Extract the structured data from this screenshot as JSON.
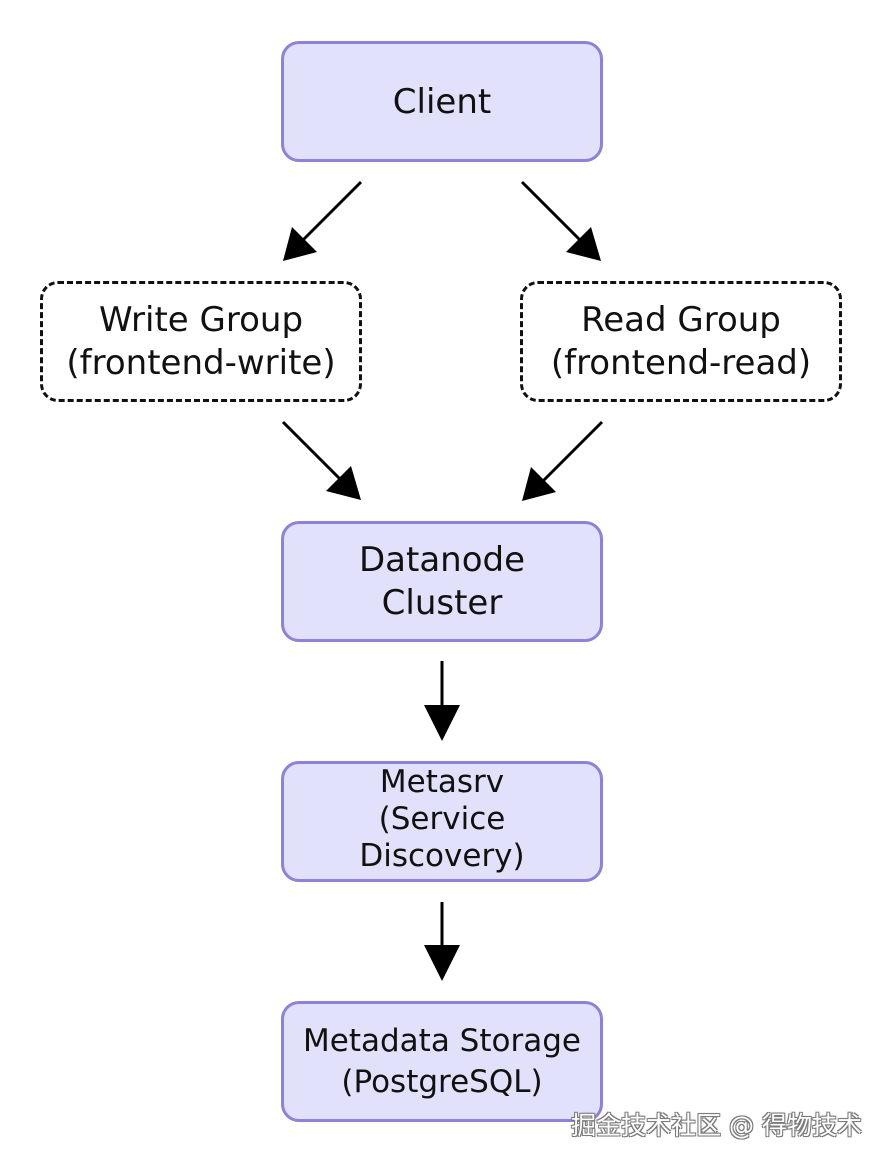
{
  "nodes": {
    "client": {
      "lines": [
        "Client"
      ]
    },
    "write_group": {
      "lines": [
        "Write Group",
        "(frontend-write)"
      ]
    },
    "read_group": {
      "lines": [
        "Read Group",
        "(frontend-read)"
      ]
    },
    "datanode": {
      "lines": [
        "Datanode",
        "Cluster"
      ]
    },
    "metasrv": {
      "lines": [
        "Metasrv",
        "(Service",
        "Discovery)"
      ]
    },
    "metadata_storage": {
      "lines": [
        "Metadata Storage",
        "(PostgreSQL)"
      ]
    }
  },
  "watermark": "掘金技术社区 @ 得物技术",
  "colors": {
    "node_fill": "#e2e1fb",
    "node_border": "#8d81d8",
    "arrow": "#000000"
  }
}
